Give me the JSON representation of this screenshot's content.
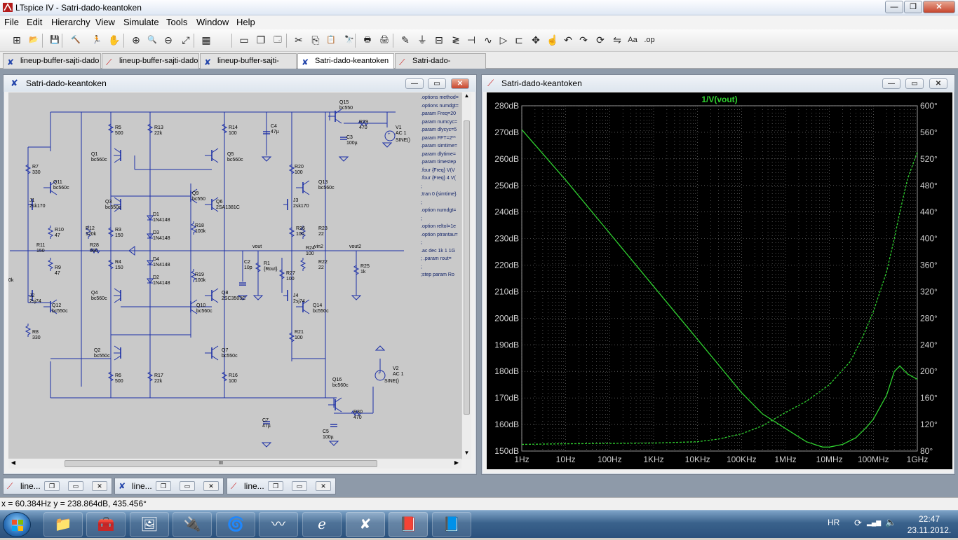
{
  "app": {
    "title": "LTspice IV - Satri-dado-keantoken",
    "window_controls": [
      "—",
      "❐",
      "✕"
    ]
  },
  "menu": [
    "File",
    "Edit",
    "Hierarchy",
    "View",
    "Simulate",
    "Tools",
    "Window",
    "Help"
  ],
  "toolbar_icons": [
    "new-schematic-icon",
    "open-icon",
    "save-icon",
    "control-panel-icon",
    "run-icon",
    "halt-icon",
    "zoom-in-icon",
    "zoom-pan-icon",
    "zoom-out-icon",
    "zoom-fit-icon",
    "autorange-icon",
    "tile-horizontal-icon",
    "cascade-icon",
    "close-all-icon",
    "cut-icon",
    "copy-icon",
    "paste-icon",
    "find-icon",
    "print-setup-icon",
    "print-icon",
    "draw-wire-icon",
    "ground-icon",
    "label-net-icon",
    "resistor-icon",
    "capacitor-icon",
    "inductor-icon",
    "diode-icon",
    "component-icon",
    "move-icon",
    "drag-icon",
    "undo-icon",
    "redo-icon",
    "rotate-icon",
    "mirror-icon",
    "text-icon",
    "spice-directive-icon"
  ],
  "toolbar_glyphs": [
    "⊞",
    "📂",
    "💾",
    "🔨",
    "🏃",
    "✋",
    "⊕",
    "🔍",
    "⊖",
    "⤢",
    "▦",
    "▭",
    "❐",
    "🗔",
    "✂",
    "⎘",
    "📋",
    "🔭",
    "🖶",
    "🖨",
    "✎",
    "⏚",
    "⊟",
    "≷",
    "⊣",
    "∿",
    "▷",
    "⊏",
    "✥",
    "☝",
    "↶",
    "↷",
    "⟳",
    "⇋",
    "Aa",
    ".op"
  ],
  "tabs": [
    {
      "label": "lineup-buffer-sajti-dado",
      "icon": "✘",
      "active": false
    },
    {
      "label": "lineup-buffer-sajti-dado",
      "icon": "⟋",
      "active": false
    },
    {
      "label": "lineup-buffer-sajti-dado",
      "icon": "✘",
      "active": false
    },
    {
      "label": "Satri-dado-keantoken",
      "icon": "✘",
      "active": true
    },
    {
      "label": "Satri-dado-keantoken",
      "icon": "⟋",
      "active": false
    }
  ],
  "schematic_window": {
    "title": "Satri-dado-keantoken",
    "directives": [
      ".options method=",
      ".options numdgt=",
      ".param Freq=20",
      ".param numcyc=",
      ".param dlycyc=5",
      ".param FFT=2**",
      ".param simtime=",
      ".param dlytime=",
      ".param timestep",
      ".four {Freq} V(V",
      ".four {Freq} 4 V(",
      ";",
      ";tran 0 {simtime}",
      ";",
      ".option numdgt=",
      ";",
      ".option reltol=1e",
      ".option ptrantau=",
      ";",
      ".ac dec 1k 1 1G",
      ";   .param rout=",
      ";",
      ";step param Ro"
    ],
    "components": [
      {
        "ref": "R5",
        "val": "500"
      },
      {
        "ref": "R13",
        "val": "22k"
      },
      {
        "ref": "R14",
        "val": "100"
      },
      {
        "ref": "C4",
        "val": "47µ"
      },
      {
        "ref": "Q15",
        "val": "bc550"
      },
      {
        "ref": "R29",
        "val": "470"
      },
      {
        "ref": "C3",
        "val": "100µ"
      },
      {
        "ref": "V1",
        "val": "AC 1"
      },
      {
        "ref": "R7",
        "val": "330"
      },
      {
        "ref": "Q1",
        "val": "bc560c"
      },
      {
        "ref": "Q5",
        "val": "bc560c"
      },
      {
        "ref": "Q11",
        "val": "bc560c"
      },
      {
        "ref": "J1",
        "val": "2sk170"
      },
      {
        "ref": "Q3",
        "val": "bc550c"
      },
      {
        "ref": "Q9",
        "val": "bc550"
      },
      {
        "ref": "Q6",
        "val": "2SA1381C"
      },
      {
        "ref": "R20",
        "val": "100"
      },
      {
        "ref": "Q13",
        "val": "bc560c"
      },
      {
        "ref": "J3",
        "val": "2sk170"
      },
      {
        "ref": "R10",
        "val": "47"
      },
      {
        "ref": "R12",
        "val": "120k"
      },
      {
        "ref": "R3",
        "val": "150"
      },
      {
        "ref": "D1",
        "val": "1N4148"
      },
      {
        "ref": "R18",
        "val": "100k"
      },
      {
        "ref": "R26",
        "val": "100"
      },
      {
        "ref": "R23",
        "val": "22"
      },
      {
        "ref": "R11",
        "val": "150"
      },
      {
        "ref": "R28",
        "val": "560"
      },
      {
        "ref": "D3",
        "val": "1N4148"
      },
      {
        "ref": "R24",
        "val": "100"
      },
      {
        "ref": "R9",
        "val": "47"
      },
      {
        "ref": "R4",
        "val": "150"
      },
      {
        "ref": "D4",
        "val": "1N4148"
      },
      {
        "ref": "C2",
        "val": "10p"
      },
      {
        "ref": "R1",
        "val": "{Rout}"
      },
      {
        "ref": "R27",
        "val": "100"
      },
      {
        "ref": "R22",
        "val": "22"
      },
      {
        "ref": "R25",
        "val": "1k"
      },
      {
        "ref": "D2",
        "val": "1N4148"
      },
      {
        "ref": "R19",
        "val": "100k"
      },
      {
        "ref": "J2",
        "val": "2sj74"
      },
      {
        "ref": "Q12",
        "val": "bc550c"
      },
      {
        "ref": "Q4",
        "val": "bc560c"
      },
      {
        "ref": "Q10",
        "val": "bc560c"
      },
      {
        "ref": "Q8",
        "val": "2SC3503C"
      },
      {
        "ref": "J4",
        "val": "2sj74"
      },
      {
        "ref": "Q14",
        "val": "bc550c"
      },
      {
        "ref": "R8",
        "val": "330"
      },
      {
        "ref": "R21",
        "val": "100"
      },
      {
        "ref": "Q2",
        "val": "bc550c"
      },
      {
        "ref": "Q7",
        "val": "bc550c"
      },
      {
        "ref": "V2",
        "val": "AC 1"
      },
      {
        "ref": "R6",
        "val": "500"
      },
      {
        "ref": "R17",
        "val": "22k"
      },
      {
        "ref": "R16",
        "val": "100"
      },
      {
        "ref": "Q16",
        "val": "bc560c"
      },
      {
        "ref": "R30",
        "val": "470"
      },
      {
        "ref": "C7",
        "val": "47µ"
      },
      {
        "ref": "C5",
        "val": "100µ"
      }
    ],
    "nets": [
      "vout",
      "vin2",
      "vout2"
    ],
    "source_label": "SINE()",
    "partial_label": "0k",
    "scroll_glyph": "III"
  },
  "plot_window": {
    "title": "Satri-dado-keantoken"
  },
  "chart_data": {
    "type": "line",
    "title": "1/V(vout)",
    "x_scale": "log",
    "xlim": [
      1,
      1000000000
    ],
    "x_ticks": [
      "1Hz",
      "10Hz",
      "100Hz",
      "1KHz",
      "10KHz",
      "100KHz",
      "1MHz",
      "10MHz",
      "100MHz",
      "1GHz"
    ],
    "ylim_left": [
      150,
      280
    ],
    "y_ticks_left": [
      "150dB",
      "160dB",
      "170dB",
      "180dB",
      "190dB",
      "200dB",
      "210dB",
      "220dB",
      "230dB",
      "240dB",
      "250dB",
      "260dB",
      "270dB",
      "280dB"
    ],
    "ylim_right": [
      80,
      600
    ],
    "y_ticks_right": [
      "80°",
      "120°",
      "160°",
      "200°",
      "240°",
      "280°",
      "320°",
      "360°",
      "400°",
      "440°",
      "480°",
      "520°",
      "560°",
      "600°"
    ],
    "grid": true,
    "series": [
      {
        "quantity": "magnitude",
        "axis": "left",
        "style": "solid",
        "color": "#2fd02f",
        "x": [
          1,
          10,
          100,
          1000,
          10000,
          100000,
          300000,
          1000000,
          3000000,
          7000000,
          10000000,
          20000000,
          40000000,
          70000000,
          100000000,
          200000000,
          300000000,
          400000000,
          600000000,
          1000000000
        ],
        "y": [
          271,
          252,
          232,
          212,
          192,
          172,
          164,
          158.5,
          153.5,
          151.5,
          151.5,
          152.5,
          155,
          159,
          162,
          171,
          180,
          182,
          179,
          177
        ]
      },
      {
        "quantity": "phase",
        "axis": "right",
        "style": "dashed",
        "color": "#2fd02f",
        "x": [
          1,
          10,
          100,
          1000,
          10000,
          30000,
          100000,
          300000,
          1000000,
          3000000,
          10000000,
          30000000,
          60000000,
          100000000,
          200000000,
          300000000,
          400000000,
          600000000,
          1000000000
        ],
        "y": [
          90,
          91,
          91.5,
          92,
          94,
          98,
          106,
          118,
          138,
          155,
          180,
          215,
          255,
          290,
          350,
          400,
          440,
          490,
          530
        ]
      }
    ]
  },
  "minimized_windows": [
    {
      "label": "line...",
      "icon": "⟋"
    },
    {
      "label": "line...",
      "icon": "✘"
    },
    {
      "label": "line...",
      "icon": "⟋"
    }
  ],
  "mini_controls": [
    "❐",
    "▭",
    "✕"
  ],
  "status": "x = 60.384Hz   y = 238.864dB, 435.456°",
  "taskbar": {
    "items": [
      "📁",
      "🧰",
      "🖼",
      "🔌",
      "🌀",
      "〰",
      "ℯ",
      "✘",
      "📕",
      "📘"
    ],
    "language": "HR",
    "tray_icons": [
      "⟳",
      "▂▄▆",
      "🔈"
    ],
    "time": "22:47",
    "date": "23.11.2012."
  }
}
